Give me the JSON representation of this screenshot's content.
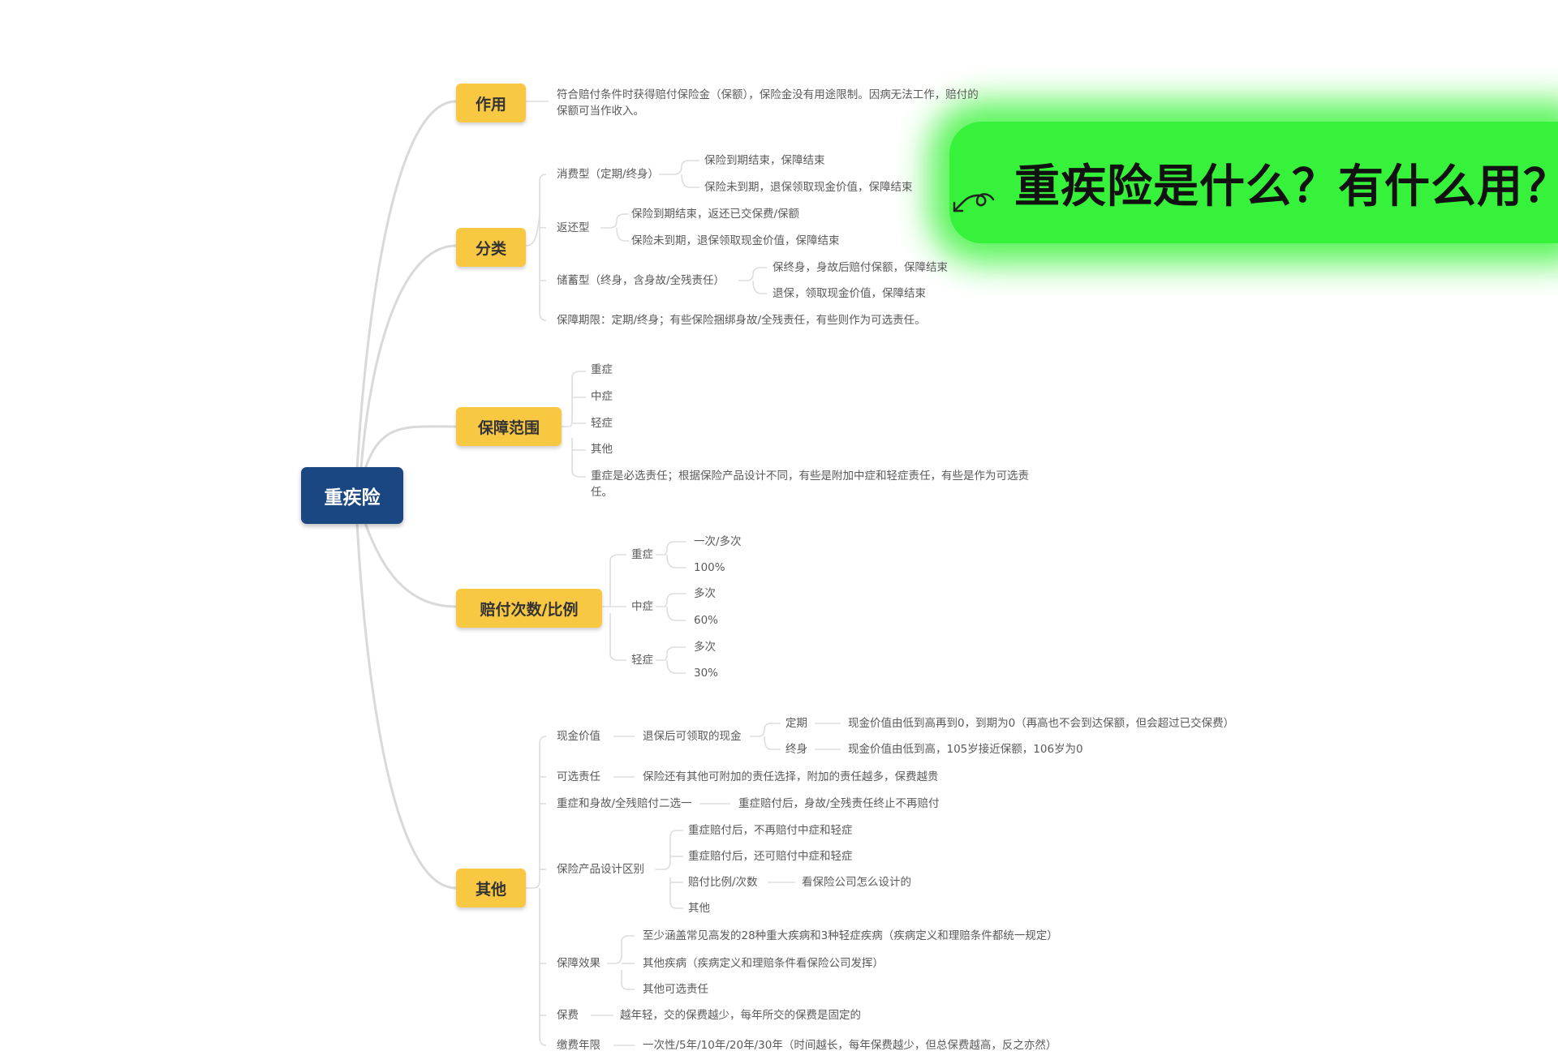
{
  "title": "重疾险是什么？有什么用？",
  "root": "重疾险",
  "colors": {
    "root": "#1a4682",
    "category": "#f9c843",
    "banner": "#36f23a",
    "line": "#d9d9d9"
  },
  "categories": {
    "c1": "作用",
    "c2": "分类",
    "c3": "保障范围",
    "c4": "赔付次数/比例",
    "c5": "其他"
  },
  "effect": {
    "text": "符合赔付条件时获得赔付保险金（保额），保险金没有用途限制。因病无法工作，赔付的保额可当作收入。"
  },
  "classification": {
    "consume": {
      "label": "消费型（定期/终身）",
      "a": "保险到期结束，保障结束",
      "b": "保险未到期，退保领取现金价值，保障结束"
    },
    "refund": {
      "label": "返还型",
      "a": "保险到期结束，返还已交保费/保额",
      "b": "保险未到期，退保领取现金价值，保障结束"
    },
    "saving": {
      "label": "储蓄型（终身，含身故/全残责任）",
      "a": "保终身，身故后赔付保额，保障结束",
      "b": "退保，领取现金价值，保障结束"
    },
    "note": "保障期限：定期/终身；有些保险捆绑身故/全残责任，有些则作为可选责任。"
  },
  "scope": {
    "items": [
      "重症",
      "中症",
      "轻症",
      "其他"
    ],
    "note": "重症是必选责任；根据保险产品设计不同，有些是附加中症和轻症责任，有些是作为可选责任。"
  },
  "payout": {
    "severe": {
      "label": "重症",
      "a": "一次/多次",
      "b": "100%"
    },
    "moderate": {
      "label": "中症",
      "a": "多次",
      "b": "60%"
    },
    "mild": {
      "label": "轻症",
      "a": "多次",
      "b": "30%"
    }
  },
  "others": {
    "cash": {
      "label": "现金价值",
      "desc": "退保后可领取的现金",
      "term_label": "定期",
      "term_desc": "现金价值由低到高再到0，到期为0（再高也不会到达保额，但会超过已交保费）",
      "life_label": "终身",
      "life_desc": "现金价值由低到高，105岁接近保额，106岁为0"
    },
    "optional": {
      "label": "可选责任",
      "desc": "保险还有其他可附加的责任选择，附加的责任越多，保费越贵"
    },
    "either": {
      "label": "重症和身故/全残赔付二选一",
      "desc": "重症赔付后，身故/全残责任终止不再赔付"
    },
    "design": {
      "label": "保险产品设计区别",
      "a": "重症赔付后，不再赔付中症和轻症",
      "b": "重症赔付后，还可赔付中症和轻症",
      "c": "赔付比例/次数",
      "c_desc": "看保险公司怎么设计的",
      "d": "其他"
    },
    "effect": {
      "label": "保障效果",
      "a": "至少涵盖常见高发的28种重大疾病和3种轻症疾病（疾病定义和理赔条件都统一规定）",
      "b": "其他疾病（疾病定义和理赔条件看保险公司发挥）",
      "c": "其他可选责任"
    },
    "premium": {
      "label": "保费",
      "desc": "越年轻，交的保费越少，每年所交的保费是固定的"
    },
    "period": {
      "label": "缴费年限",
      "desc": "一次性/5年/10年/20年/30年（时间越长，每年保费越少，但总保费越高，反之亦然）"
    }
  }
}
